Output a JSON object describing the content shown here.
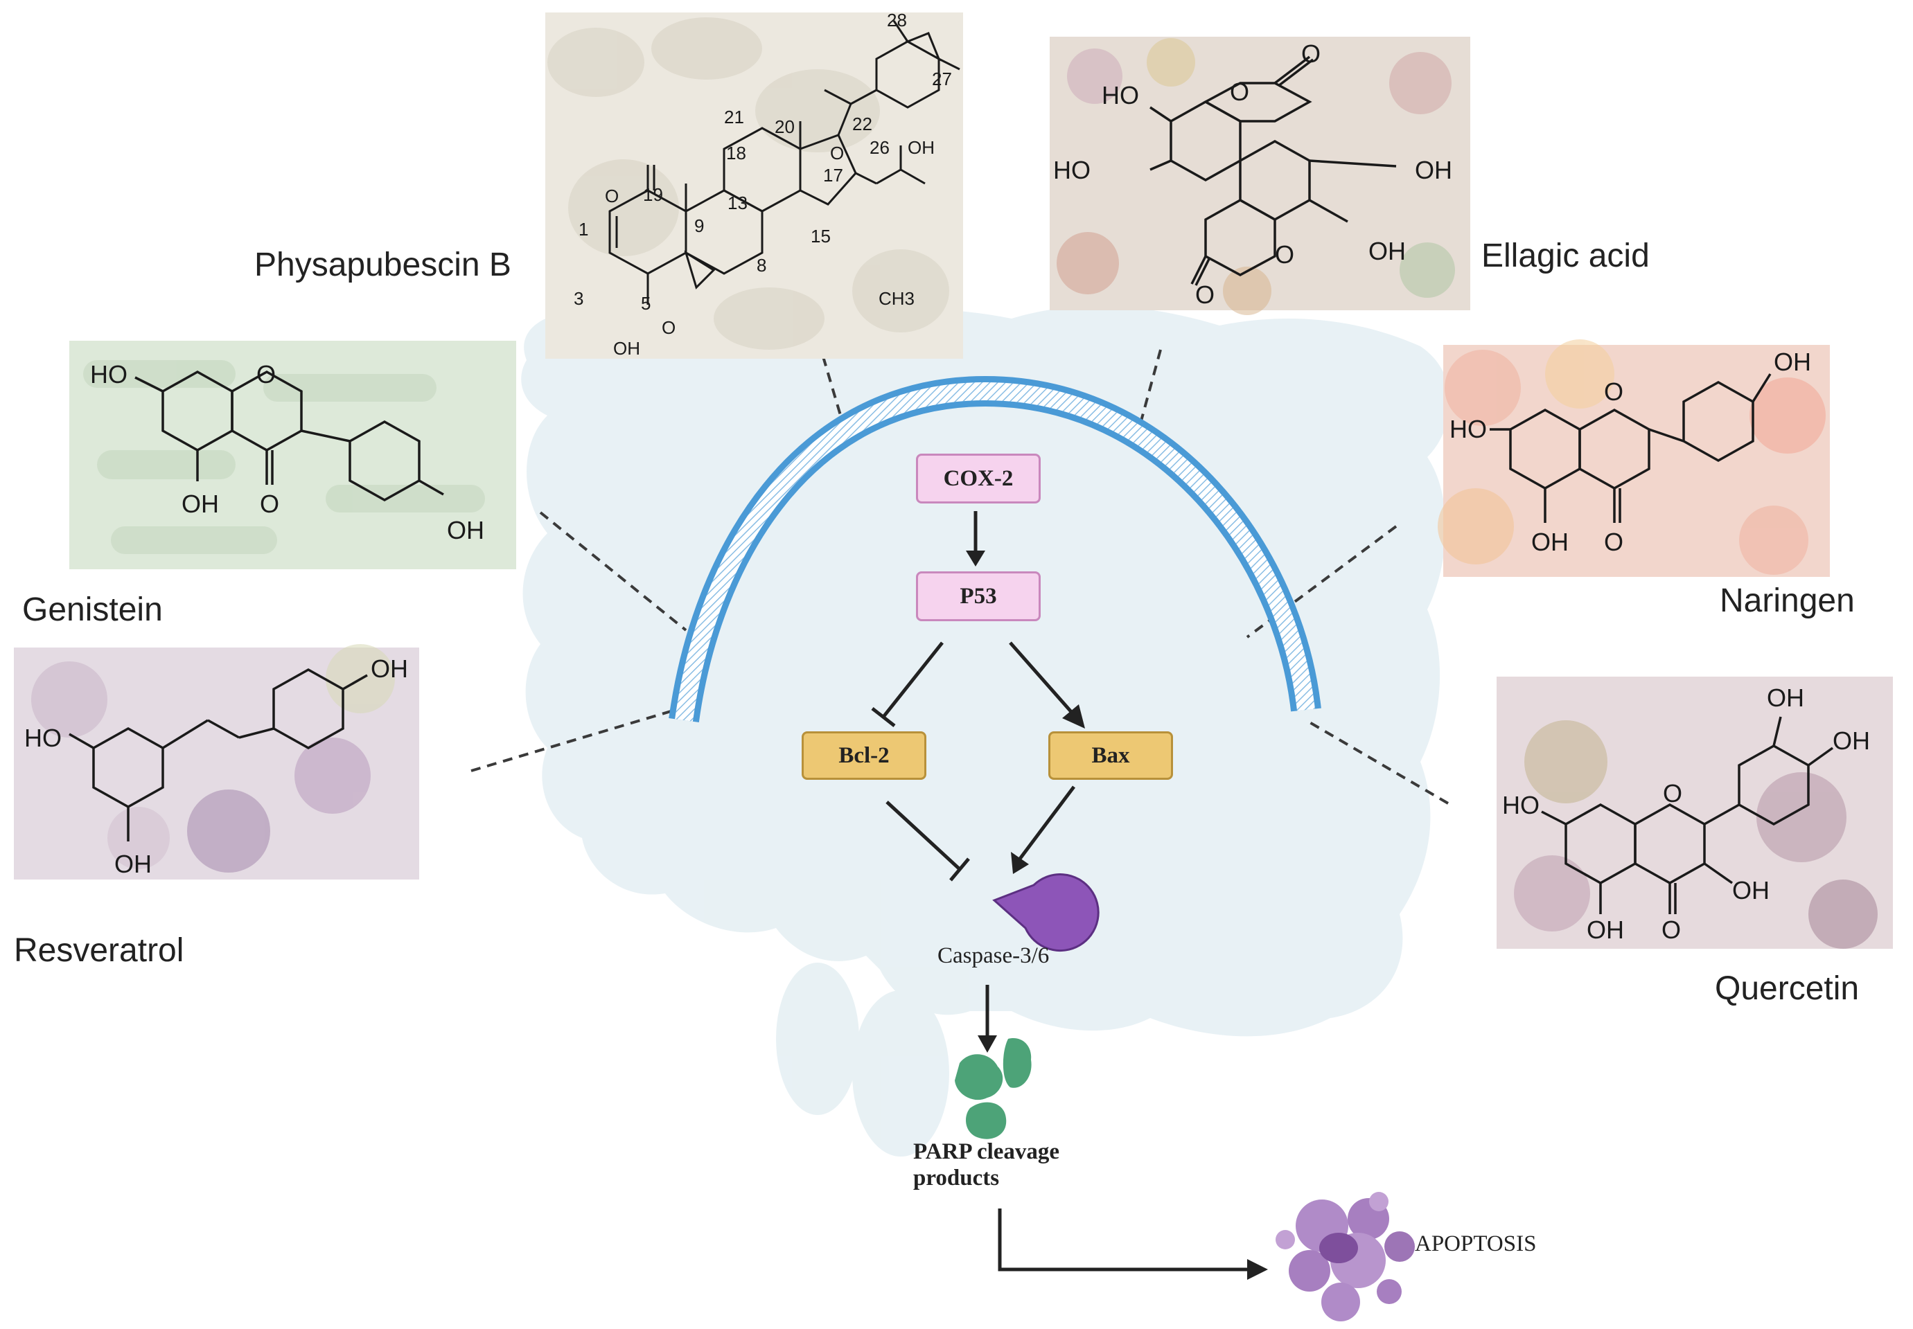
{
  "compounds": {
    "physapubescin": {
      "name": "Physapubescin B",
      "atom_numbers": [
        "28",
        "27",
        "21",
        "20",
        "22",
        "18",
        "19",
        "26",
        "OH",
        "13",
        "17",
        "1",
        "9",
        "15",
        "5",
        "8",
        "3",
        "CH3",
        "OH",
        "O",
        "O",
        "O"
      ]
    },
    "ellagic": {
      "name": "Ellagic acid"
    },
    "genistein": {
      "name": "Genistein"
    },
    "naringen": {
      "name": "Naringen"
    },
    "resveratrol": {
      "name": "Resveratrol"
    },
    "quercetin": {
      "name": "Quercetin"
    }
  },
  "struct_labels": {
    "ho": "HO",
    "oh": "OH",
    "o": "O"
  },
  "pathway": {
    "cox2": "COX-2",
    "p53": "P53",
    "bcl2": "Bcl-2",
    "bax": "Bax",
    "caspase": "Caspase-3/6",
    "parp_line1": "PARP cleavage",
    "parp_line2": "products",
    "apoptosis": "APOPTOSIS"
  },
  "colors": {
    "arch": "#4a9ad6",
    "pink_node": "#f6d3ee",
    "gold_node": "#edc873",
    "caspase": "#8d55b8",
    "parp": "#3a9a6a",
    "apoptosis_cell": "#a77fc0",
    "colon_silhouette": "#dbe9ee"
  }
}
